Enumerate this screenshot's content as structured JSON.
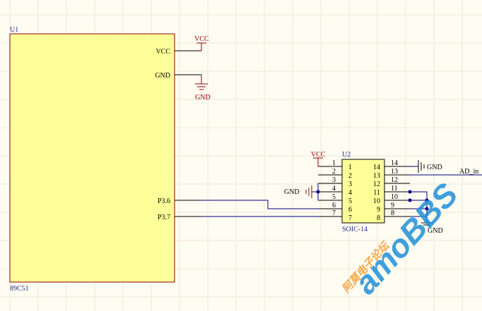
{
  "u1": {
    "designator": "U1",
    "comment": "89C51",
    "pins": {
      "vcc": "VCC",
      "gnd": "GND",
      "p36": "P3.6",
      "p37": "P3.7"
    }
  },
  "power": {
    "vcc_top": "VCC",
    "gnd_top": "GND",
    "vcc_u2": "VCC",
    "gnd_u2_left": "GND",
    "gnd_u2_right": "GND",
    "gnd_u2_bottom": "GND"
  },
  "u2": {
    "designator": "U2",
    "comment": "SOIC-14",
    "left_pins": [
      "1",
      "2",
      "3",
      "4",
      "5",
      "6",
      "7"
    ],
    "right_pins": [
      "14",
      "13",
      "12",
      "11",
      "10",
      "9",
      "8"
    ],
    "left_ext": [
      "1",
      "2",
      "3",
      "4",
      "5",
      "6",
      "7"
    ],
    "right_ext": [
      "14",
      "13",
      "12",
      "11",
      "10",
      "9",
      "8"
    ]
  },
  "net": {
    "ad_in": "AD_in"
  },
  "watermark": {
    "cn": "阿莫电子论坛",
    "en": "amoBBS"
  }
}
